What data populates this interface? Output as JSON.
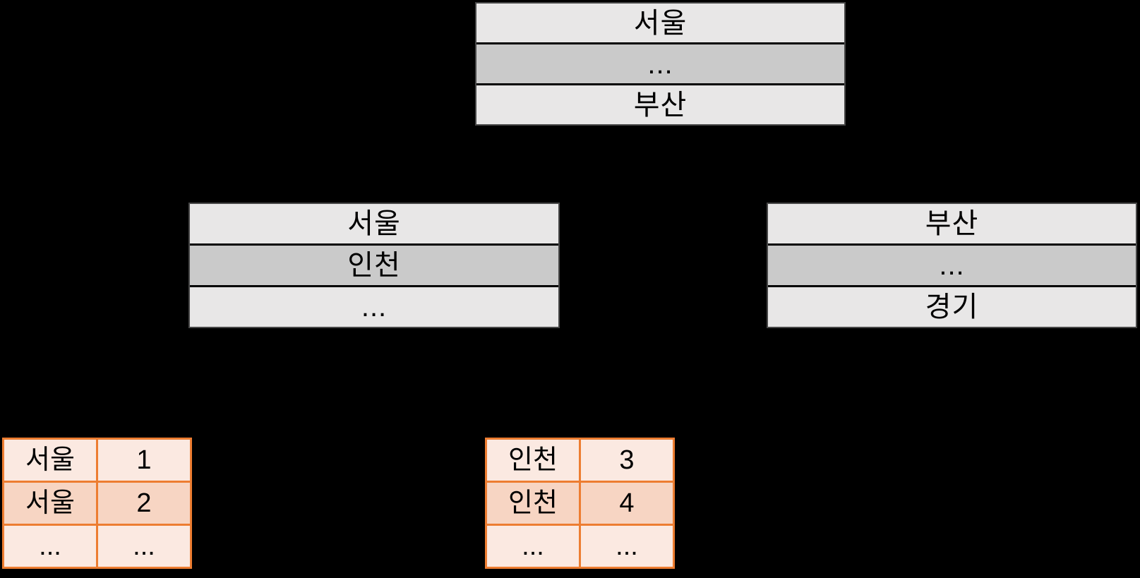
{
  "colors": {
    "background": "#000000",
    "node_row_light": "#E8E7E7",
    "node_row_dark": "#CACACA",
    "node_border": "#474747",
    "table_border": "#ED7D31",
    "table_row_light": "#FBE9E1",
    "table_row_dark": "#F7D5C3",
    "text": "#000000"
  },
  "tree": {
    "root_node": {
      "rows": [
        "서울",
        "...",
        "부산"
      ]
    },
    "left_child_node": {
      "rows": [
        "서울",
        "인천",
        "..."
      ]
    },
    "right_child_node": {
      "rows": [
        "부산",
        "...",
        "경기"
      ]
    }
  },
  "leaf_tables": {
    "left_table": {
      "rows": [
        [
          "서울",
          "1"
        ],
        [
          "서울",
          "2"
        ],
        [
          "...",
          "..."
        ]
      ]
    },
    "middle_table": {
      "rows": [
        [
          "인천",
          "3"
        ],
        [
          "인천",
          "4"
        ],
        [
          "...",
          "..."
        ]
      ]
    }
  }
}
